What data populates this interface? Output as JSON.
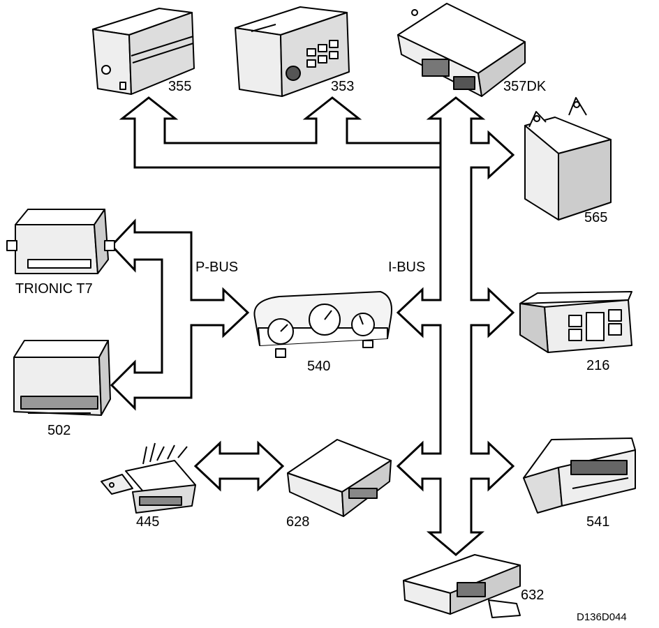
{
  "labels": {
    "m355": "355",
    "m353": "353",
    "m357dk": "357DK",
    "m565": "565",
    "trionic": "TRIONIC T7",
    "m502": "502",
    "pbus": "P-BUS",
    "ibus": "I-BUS",
    "m540": "540",
    "m216": "216",
    "m445": "445",
    "m628": "628",
    "m541": "541",
    "m632": "632",
    "figure_id": "D136D044"
  }
}
